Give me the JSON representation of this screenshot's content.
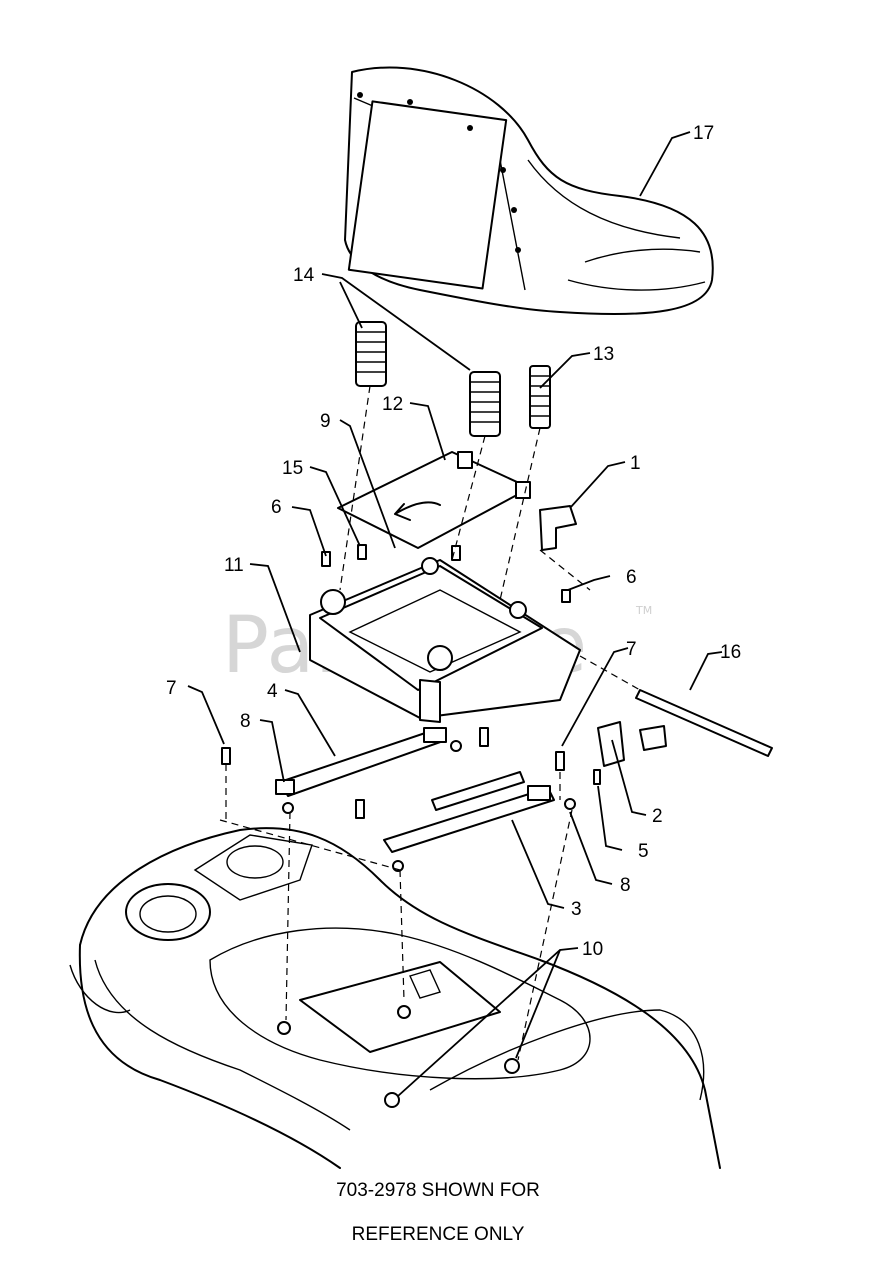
{
  "watermark": {
    "text": "PartsTree",
    "trademark": "TM"
  },
  "callouts": {
    "c1": "1",
    "c2": "2",
    "c3": "3",
    "c4": "4",
    "c5": "5",
    "c6a": "6",
    "c6b": "6",
    "c7a": "7",
    "c7b": "7",
    "c8a": "8",
    "c8b": "8",
    "c9": "9",
    "c10": "10",
    "c11": "11",
    "c12": "12",
    "c13": "13",
    "c14": "14",
    "c15": "15",
    "c16": "16",
    "c17": "17"
  },
  "caption": {
    "line1": "703-2978 SHOWN FOR",
    "line2": "REFERENCE ONLY"
  }
}
